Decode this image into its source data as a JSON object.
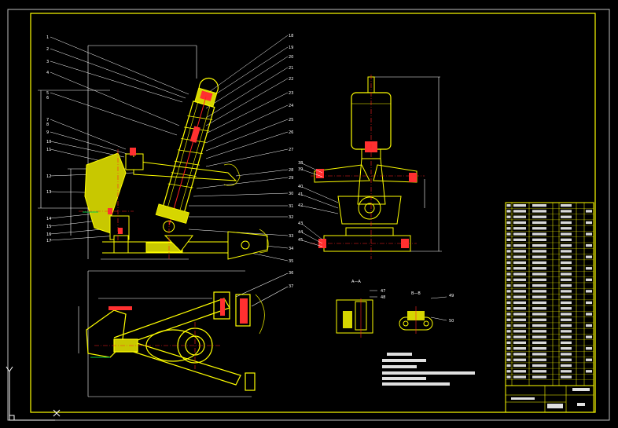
{
  "drawing": {
    "colors": {
      "background": "#000000",
      "frame": "#ffff00",
      "leader": "#ffffff",
      "part": "#ffff00",
      "centerline": "#ff2020",
      "section": "#d6d600",
      "ground": "#00cc44"
    },
    "balloons_left": [
      "1",
      "2",
      "3",
      "4",
      "5",
      "6",
      "7",
      "8",
      "9",
      "10",
      "11",
      "12",
      "13",
      "14",
      "15",
      "16",
      "17"
    ],
    "balloons_right": [
      "18",
      "19",
      "20",
      "21",
      "22",
      "23",
      "24",
      "25",
      "26",
      "27",
      "28",
      "29",
      "30",
      "31",
      "32",
      "33",
      "34",
      "35"
    ],
    "balloons_side": [
      "38",
      "39",
      "40",
      "41",
      "42",
      "43",
      "44",
      "45"
    ],
    "balloons_bottom": [
      "36",
      "37"
    ],
    "section_a_title": "A—A",
    "section_b_title": "B—B",
    "section_a_labels": [
      "47",
      "48"
    ],
    "section_b_labels": [
      "49",
      "50"
    ]
  }
}
